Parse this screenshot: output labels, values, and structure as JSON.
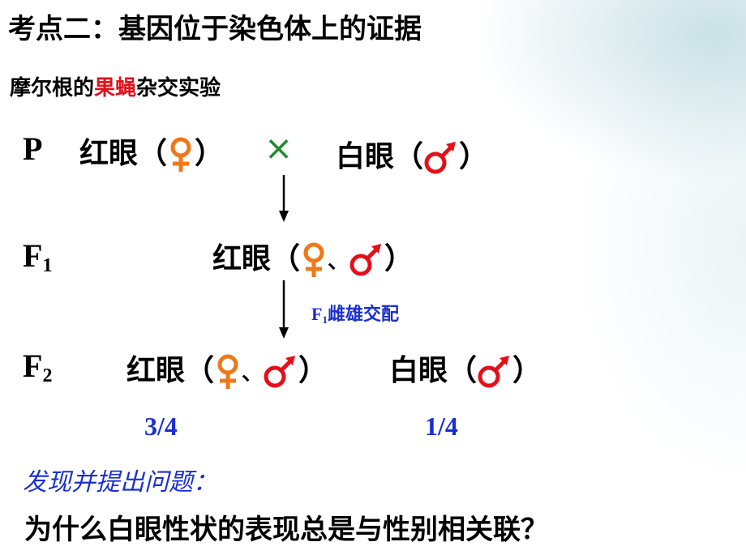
{
  "title": "考点二：基因位于染色体上的证据",
  "subtitle": {
    "prefix": "摩尔根的",
    "highlight": "果蝇",
    "suffix": "杂交实验"
  },
  "rows": {
    "p": {
      "label": "P",
      "left_pre": "红眼（",
      "left_post": "）",
      "cross": "×",
      "right_pre": "白眼（",
      "right_post": "）"
    },
    "f1": {
      "label": "F",
      "sub": "1",
      "pre": "红眼（",
      "sep": "、",
      "post": "）"
    },
    "f1_cross": {
      "prefix": "F",
      "sub": "1",
      "suffix": "雌雄交配"
    },
    "f2": {
      "label": "F",
      "sub": "2",
      "left_pre": "红眼（",
      "left_sep": "、",
      "left_post": "）",
      "right_pre": "白眼（",
      "right_post": "）"
    }
  },
  "ratios": {
    "red": "3/4",
    "white": "1/4"
  },
  "question": {
    "heading": "发现并提出问题：",
    "text": "为什么白眼性状的表现总是与性别相关联？"
  },
  "colors": {
    "female_symbol": "#f07818",
    "male_symbol": "#e3101a",
    "cross_mark": "#1f8a2c",
    "blue_text": "#1a2fd0"
  },
  "icons": [
    "female-symbol-icon",
    "male-symbol-icon",
    "down-arrow-icon",
    "cross-icon"
  ]
}
